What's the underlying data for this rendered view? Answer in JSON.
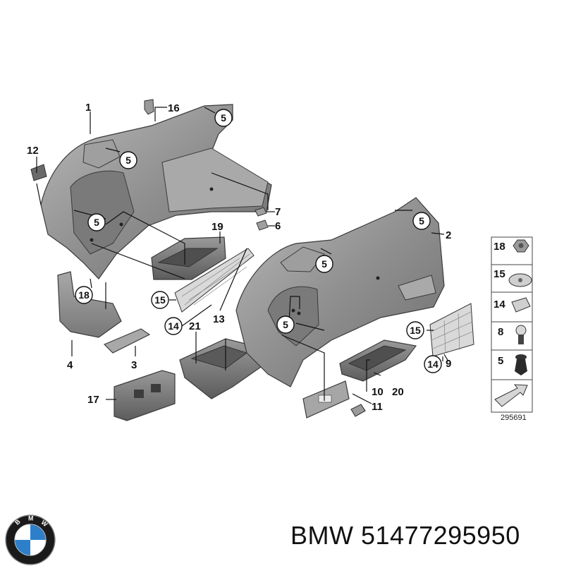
{
  "part_labels": {
    "p1": "1",
    "p2": "2",
    "p3": "3",
    "p4": "4",
    "p6": "6",
    "p7": "7",
    "p9": "9",
    "p10": "10",
    "p11": "11",
    "p12": "12",
    "p13": "13",
    "p16": "16",
    "p17": "17",
    "p19": "19",
    "p20": "20",
    "p21": "21"
  },
  "callouts": {
    "c5": "5",
    "c14": "14",
    "c15": "15",
    "c18": "18"
  },
  "legend": {
    "items": [
      "18",
      "15",
      "14",
      "8",
      "5"
    ],
    "ref": "295691"
  },
  "footer": {
    "brand": "BMW",
    "part_number": "51477295950",
    "logo_letters": "BMW"
  },
  "colors": {
    "panel": "#8e8e8e",
    "panel_light": "#b4b4b4",
    "panel_dark": "#5e5e5e",
    "bmw_blue": "#2e7fc9",
    "bmw_black": "#1a1a1a"
  }
}
